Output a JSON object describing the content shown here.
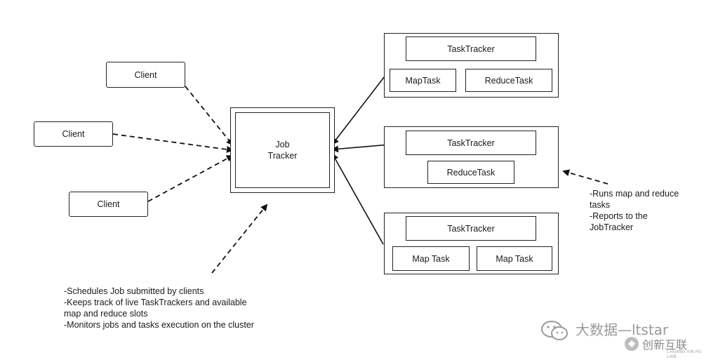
{
  "clients": [
    {
      "label": "Client"
    },
    {
      "label": "Client"
    },
    {
      "label": "Client"
    }
  ],
  "job_tracker": {
    "line1": "Job",
    "line2": "Tracker"
  },
  "nodes": [
    {
      "tracker": "TaskTracker",
      "tasks": [
        "MapTask",
        "ReduceTask"
      ]
    },
    {
      "tracker": "TaskTracker",
      "tasks": [
        "ReduceTask"
      ]
    },
    {
      "tracker": "TaskTracker",
      "tasks": [
        "Map Task",
        "Map Task"
      ]
    }
  ],
  "jobtracker_notes": [
    "-Schedules Job submitted by clients",
    "-Keeps track of live TaskTrackers and available",
    "map and reduce slots",
    "-Monitors jobs and tasks execution on the cluster"
  ],
  "tasktracker_notes": [
    "-Runs map and reduce",
    "tasks",
    "-Reports to the",
    "JobTracker"
  ],
  "watermark": {
    "text": "大数据—ltstar",
    "logo": "创新互联",
    "sub": "CHUANG XIN HU LIAN"
  }
}
